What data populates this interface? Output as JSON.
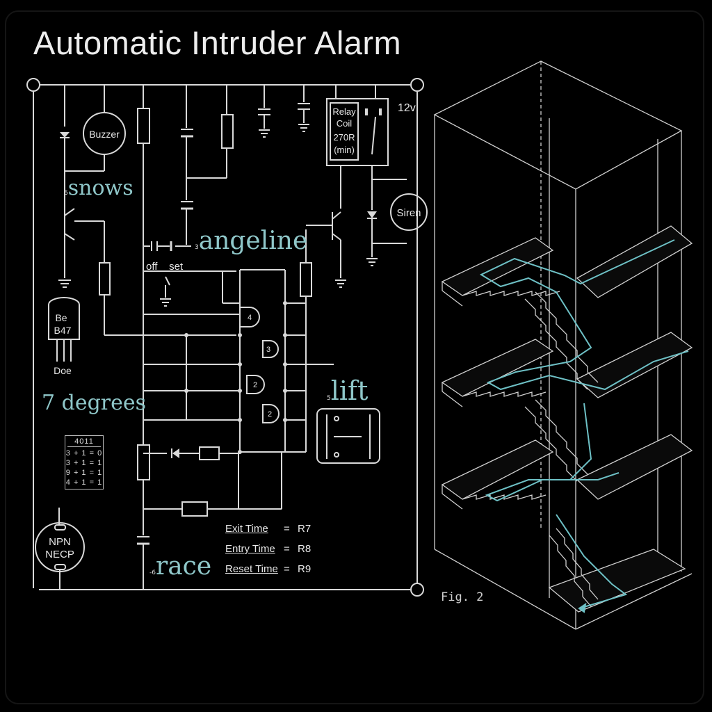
{
  "title": "Automatic Intruder Alarm",
  "circuit": {
    "buzzer_label": "Buzzer",
    "relay_label": [
      "Relay",
      "Coil",
      "270R",
      "(min)"
    ],
    "supply_label": "12v",
    "siren_label": "Siren",
    "switch_label": "off    set",
    "transistor_pkg_label": [
      "Be",
      "B47"
    ],
    "transistor_pkg_sub": "Doe",
    "npn_label": [
      "NPN",
      "NECP"
    ],
    "gate_numbers": [
      "4",
      "3",
      "2",
      "2"
    ],
    "chip_table": {
      "header": "4011",
      "rows": [
        "3 + 1 = 0",
        "3 + 1 = 1",
        "9 + 1 = 1",
        "4 + 1 = 1"
      ]
    },
    "timings": [
      {
        "name": "Exit Time",
        "eq": "=",
        "value": "R7"
      },
      {
        "name": "Entry Time",
        "eq": "=",
        "value": "R8"
      },
      {
        "name": "Reset Time",
        "eq": "=",
        "value": "R9"
      }
    ]
  },
  "handwritten_labels": {
    "snows": {
      "marker": "6",
      "text": "snows"
    },
    "angeline": {
      "marker": "3",
      "text": "angeline"
    },
    "degrees": {
      "text": "7 degrees"
    },
    "lift": {
      "marker": "5",
      "text": "lift"
    },
    "race": {
      "marker": "-6",
      "text": "race"
    }
  },
  "figure_caption": "Fig. 2"
}
